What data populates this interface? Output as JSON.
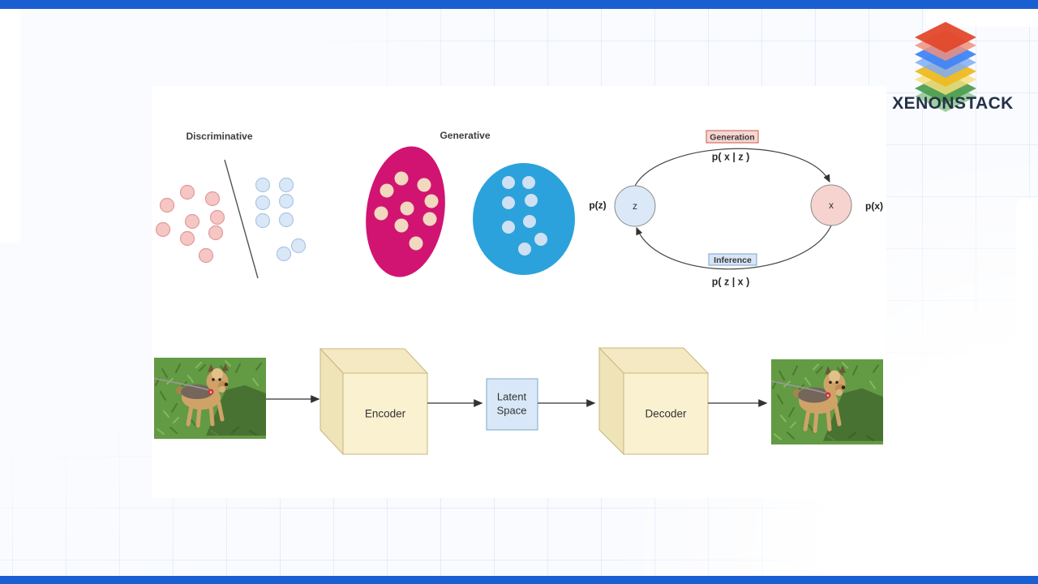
{
  "brand": {
    "name": "XENONSTACK",
    "layer_colors": [
      "#E2482B",
      "#4285F4",
      "#EDBA24",
      "#4F9E52"
    ]
  },
  "theme": {
    "bar_color": "#1A5FD2",
    "canvas_bg": "#FAFBFE",
    "panel_bg": "#FFFFFF",
    "magenta_cluster": "#D11472",
    "blue_cluster": "#2BA2DC",
    "cube_fill": "#F9F1D0",
    "latent_fill": "#D9E8F8"
  },
  "diagram": {
    "models": {
      "discriminative_label": "Discriminative",
      "generative_label": "Generative"
    },
    "cycle": {
      "generation_label": "Generation",
      "generation_prob": "p( x | z )",
      "inference_label": "Inference",
      "inference_prob": "p( z | x )",
      "pz": "p(z)",
      "px": "p(x)",
      "z": "z",
      "x": "x"
    },
    "vae": {
      "encoder": "Encoder",
      "latent_line1": "Latent",
      "latent_line2": "Space",
      "decoder": "Decoder"
    }
  }
}
